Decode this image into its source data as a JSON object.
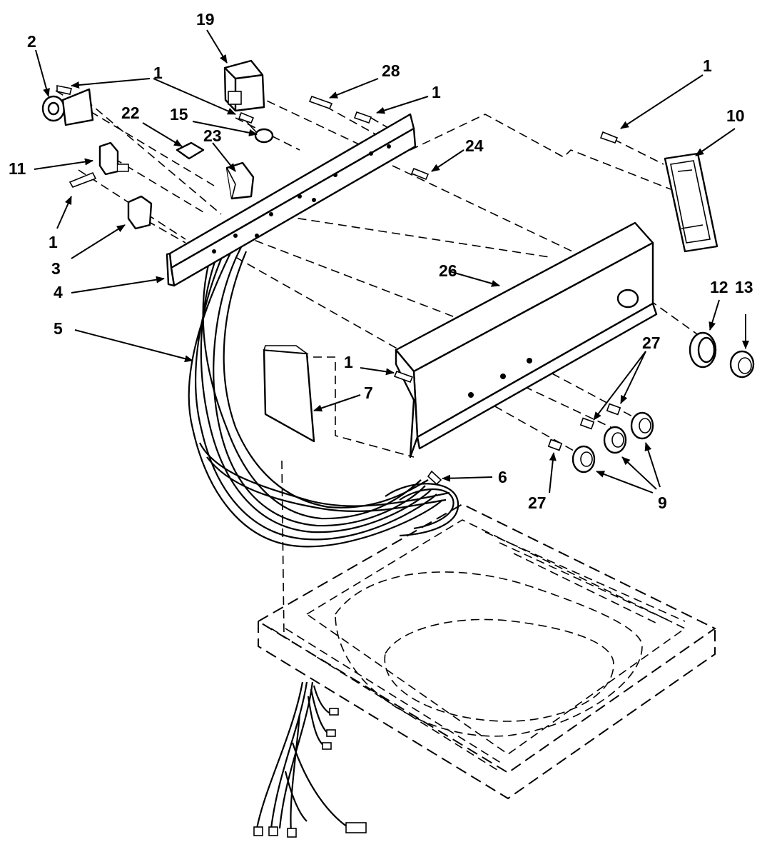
{
  "diagram": {
    "callouts": {
      "c1a": "1",
      "c2": "2",
      "c19": "19",
      "c28": "28",
      "c1b": "1",
      "c1c": "1",
      "c10": "10",
      "c22": "22",
      "c15": "15",
      "c23": "23",
      "c24": "24",
      "c11": "11",
      "c1d": "1",
      "c3": "3",
      "c4": "4",
      "c26": "26",
      "c12": "12",
      "c13": "13",
      "c5": "5",
      "c27a": "27",
      "c1e": "1",
      "c7": "7",
      "c6": "6",
      "c27b": "27",
      "c9": "9"
    }
  }
}
